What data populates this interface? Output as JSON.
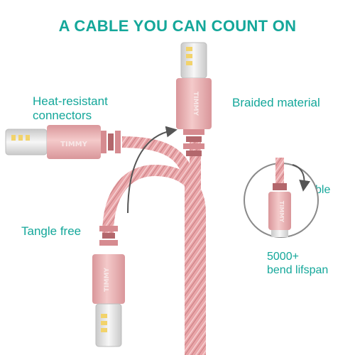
{
  "headline": "A CABLE YOU CAN COUNT ON",
  "labels": {
    "heat_line1": "Heat-resistant",
    "heat_line2": "connectors",
    "braided": "Braided material",
    "tangle": "Tangle free",
    "durable": "durable",
    "bend_line1": "5000+",
    "bend_line2": "bend lifspan"
  },
  "brand": "TIMMY",
  "colors": {
    "text_teal": "#14a79a",
    "cable_pink": "#e9a5a8",
    "housing_pink": "#e7b0b2",
    "plug_silver": "#e6e6e6",
    "pin_gold": "#f2d36b",
    "arrow_gray": "#555555"
  }
}
